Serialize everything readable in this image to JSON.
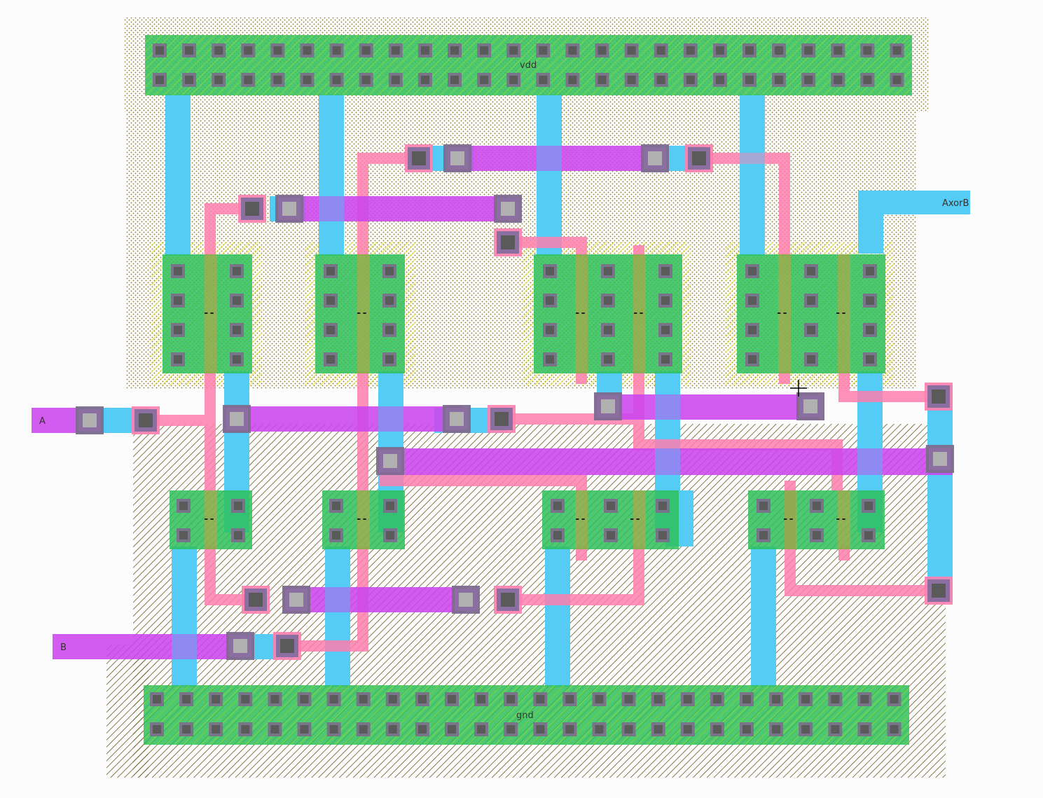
{
  "nets": {
    "vdd": "vdd",
    "gnd": "gnd",
    "input_a": "A",
    "input_b": "B",
    "output": "AxorB"
  },
  "layers": {
    "nwell_color": "#b0a040",
    "pwell_color": "#6b5a1e",
    "active_color": "#2ec05a",
    "poly_color": "#ff7fae",
    "metal1_color": "#55ccf5",
    "metal2_color": "#cc44ee",
    "contact_color": "#6a6a6a",
    "via_color": "#a8a8a8"
  },
  "transistor_mark": "--"
}
